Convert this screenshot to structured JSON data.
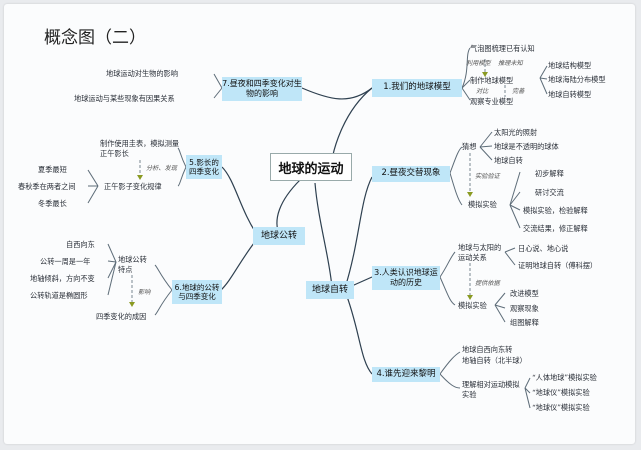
{
  "title": "概念图（二）",
  "center": "地球的运动",
  "branches": {
    "rev": "地球公转",
    "rot": "地球自转"
  },
  "topics": {
    "t1": "1.我们的地球模型",
    "t2": "2.昼夜交替现象",
    "t3": "3.人类认识地球运动的历史",
    "t4": "4.谁先迎来黎明",
    "t5": "5.影长的四季变化",
    "t6": "6.地球的公转与四季变化",
    "t7": "7.昼夜和四季变化对生物的影响"
  },
  "t1": {
    "top": "气泡图梳理已有认知",
    "sub_a": "制作地球模型",
    "sub_b": "观察专业模型",
    "note_a": "利用模型",
    "note_b": "推理未知",
    "note_c": "对比",
    "note_d": "完善",
    "boxes": [
      "地球结构模型",
      "地球海陆分布模型",
      "地球自转模型"
    ]
  },
  "t2": {
    "hyp": "猜想",
    "hyp_items": [
      "太阳光的照射",
      "地球是不透明的球体",
      "地球自转"
    ],
    "verify": "实验验证",
    "exp": "模拟实验",
    "exp_items": [
      "初步解释",
      "研讨交流",
      "模拟实验，检验解释",
      "交流结果，修正解释"
    ]
  },
  "t3": {
    "rel": "地球与太阳的运动关系",
    "theories": [
      "日心说、地心说",
      "证明地球自转（傅科摆）"
    ],
    "evidence": "提供依据",
    "exp": "模拟实验",
    "exp_items": [
      "改进模型",
      "观察现象",
      "组图解释"
    ]
  },
  "t4": {
    "lines": [
      "地球自西向东转",
      "地轴自转（北半球）"
    ],
    "reason": "理解相对运动模拟实验",
    "items": [
      "“人体地球”模拟实验",
      "“地球仪”模拟实验",
      "“地球仪”模拟实验"
    ]
  },
  "t5": {
    "tool": "制作使用圭表，模拟测量正午影长",
    "note": "分析、发现",
    "rule": "正午影子变化规律",
    "seasons": [
      "夏季最短",
      "春秋季在两者之间",
      "冬季最长"
    ]
  },
  "t6": {
    "feat": "地球公转特点",
    "feat_items": [
      "自西向东",
      "公转一周是一年",
      "地轴倾斜，方向不变",
      "公转轨道是椭圆形"
    ],
    "influence": "影响",
    "cause": "四季变化的成因"
  },
  "t7": {
    "items": [
      "地球运动对生物的影响",
      "地球运动与某些现象有因果关系"
    ]
  }
}
